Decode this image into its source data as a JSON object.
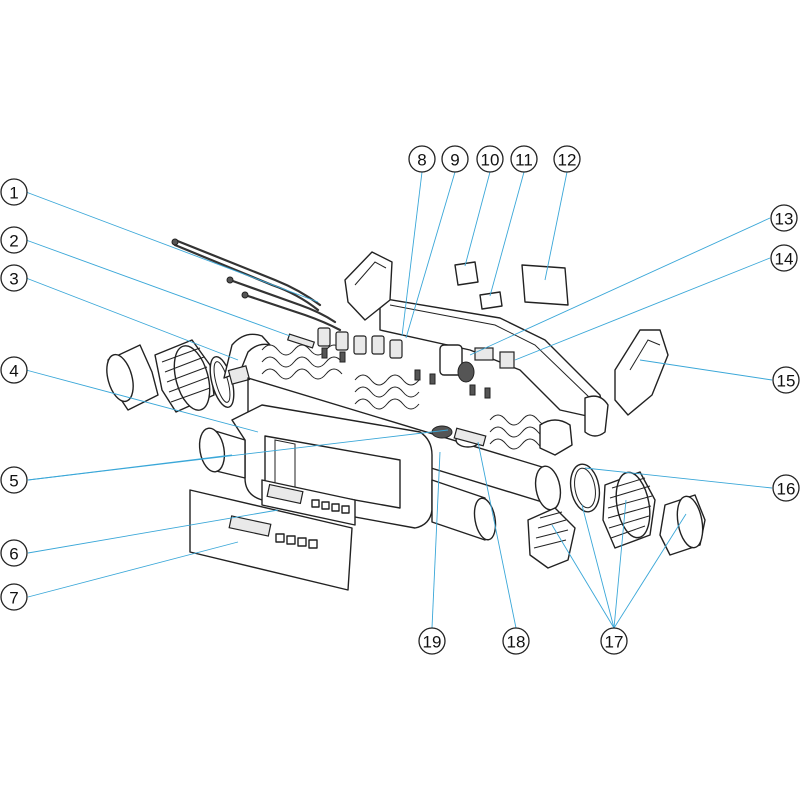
{
  "diagram": {
    "type": "exploded-parts-view",
    "callouts": [
      {
        "id": 1,
        "label": "1"
      },
      {
        "id": 2,
        "label": "2"
      },
      {
        "id": 3,
        "label": "3"
      },
      {
        "id": 4,
        "label": "4"
      },
      {
        "id": 5,
        "label": "5"
      },
      {
        "id": 6,
        "label": "6"
      },
      {
        "id": 7,
        "label": "7"
      },
      {
        "id": 8,
        "label": "8"
      },
      {
        "id": 9,
        "label": "9"
      },
      {
        "id": 10,
        "label": "10"
      },
      {
        "id": 11,
        "label": "11"
      },
      {
        "id": 12,
        "label": "12"
      },
      {
        "id": 13,
        "label": "13"
      },
      {
        "id": 14,
        "label": "14"
      },
      {
        "id": 15,
        "label": "15"
      },
      {
        "id": 16,
        "label": "16"
      },
      {
        "id": 17,
        "label": "17"
      },
      {
        "id": 18,
        "label": "18"
      },
      {
        "id": 19,
        "label": "19"
      }
    ],
    "colors": {
      "leader": "#3aa7d8",
      "outline": "#222222",
      "fill": "#ffffff"
    }
  }
}
